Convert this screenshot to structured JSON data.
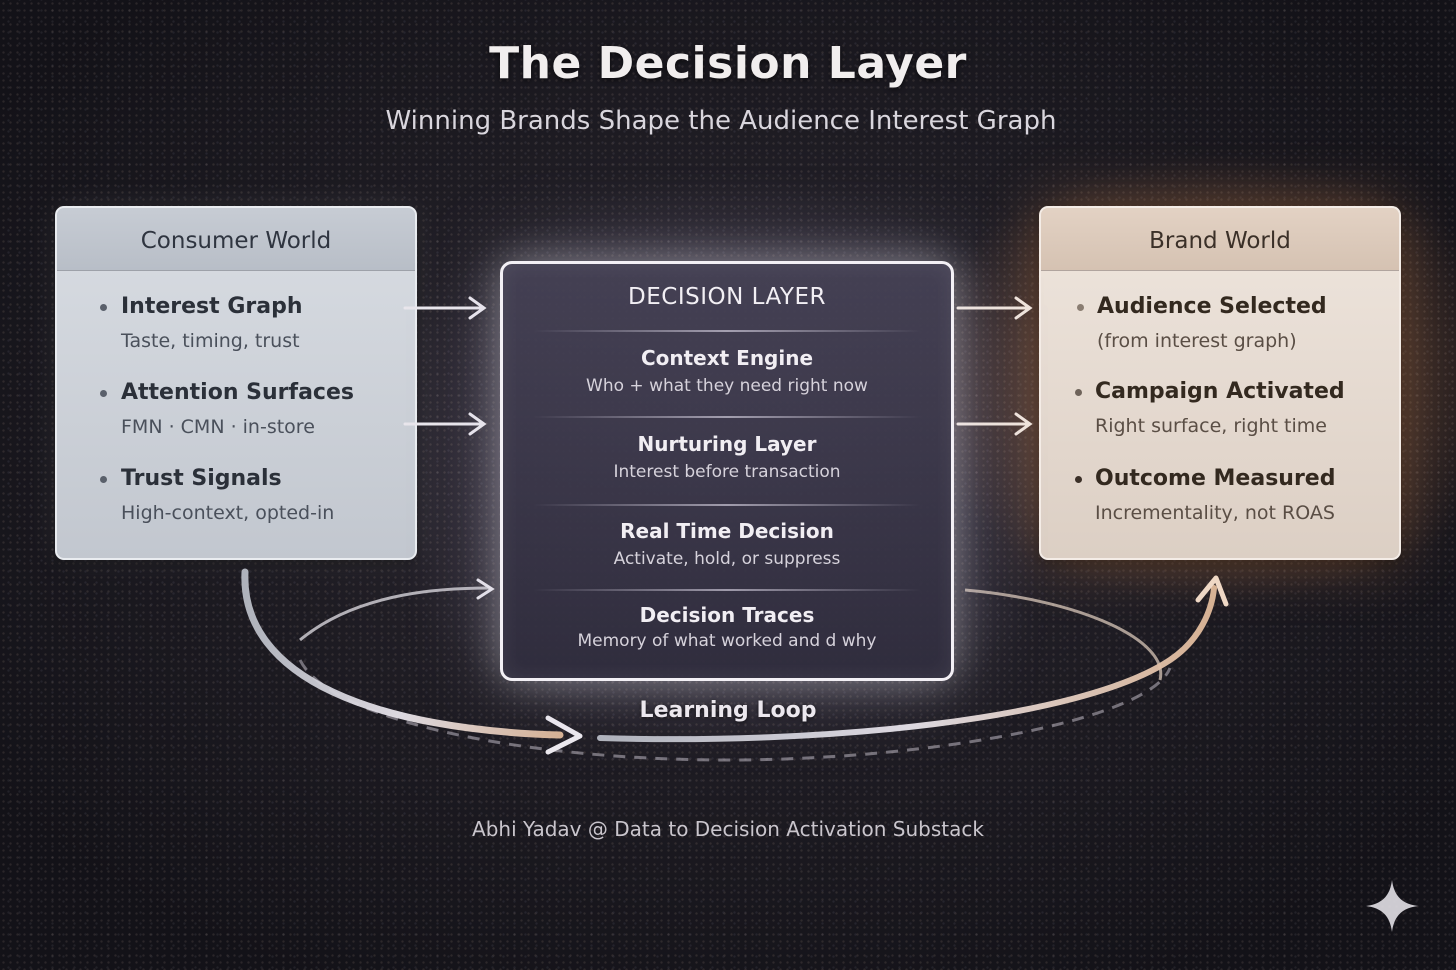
{
  "header": {
    "title": "The Decision Layer",
    "subtitle": "Winning Brands Shape the Audience Interest Graph"
  },
  "consumer_world": {
    "heading": "Consumer World",
    "items": [
      {
        "title": "Interest Graph",
        "desc": "Taste, timing, trust"
      },
      {
        "title": "Attention Surfaces",
        "desc": "FMN · CMN · in-store"
      },
      {
        "title": "Trust Signals",
        "desc": "High-context, opted-in"
      }
    ]
  },
  "decision_layer": {
    "heading": "DECISION LAYER",
    "layers": [
      {
        "title": "Context Engine",
        "desc": "Who + what they need right now"
      },
      {
        "title": "Nurturing Layer",
        "desc": "Interest before transaction"
      },
      {
        "title": "Real Time Decision",
        "desc": "Activate, hold, or suppress"
      },
      {
        "title": "Decision Traces",
        "desc": "Memory of what worked and d why"
      }
    ]
  },
  "brand_world": {
    "heading": "Brand World",
    "items": [
      {
        "title": "Audience Selected",
        "desc": "(from interest graph)"
      },
      {
        "title": "Campaign Activated",
        "desc": "Right surface, right time"
      },
      {
        "title": "Outcome Measured",
        "desc": "Incrementality, not ROAS"
      }
    ]
  },
  "loop": {
    "label": "Learning Loop"
  },
  "footer": {
    "credit": "Abhi Yadav @ Data to Decision Activation Substack"
  },
  "colors": {
    "accent_warm": "#d9905a",
    "accent_cool": "#c7ccd4",
    "background": "#1d1b22"
  },
  "icons": {
    "corner": "sparkle-icon"
  }
}
